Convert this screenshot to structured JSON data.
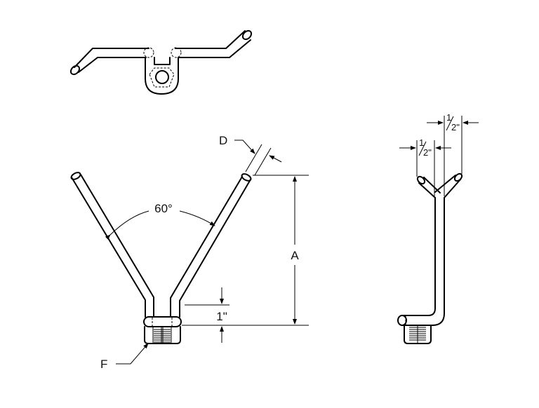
{
  "drawing": {
    "views": [
      "top-view",
      "front-view",
      "side-view"
    ],
    "labels": {
      "angle": "60°",
      "diameter": "D",
      "height": "A",
      "thread": "F",
      "offset": "1\"",
      "half_top_num": "1",
      "half_top_den": "2\"",
      "half_bottom_num": "1",
      "half_bottom_den": "2\""
    },
    "line_color": "#000000",
    "background": "#ffffff"
  }
}
